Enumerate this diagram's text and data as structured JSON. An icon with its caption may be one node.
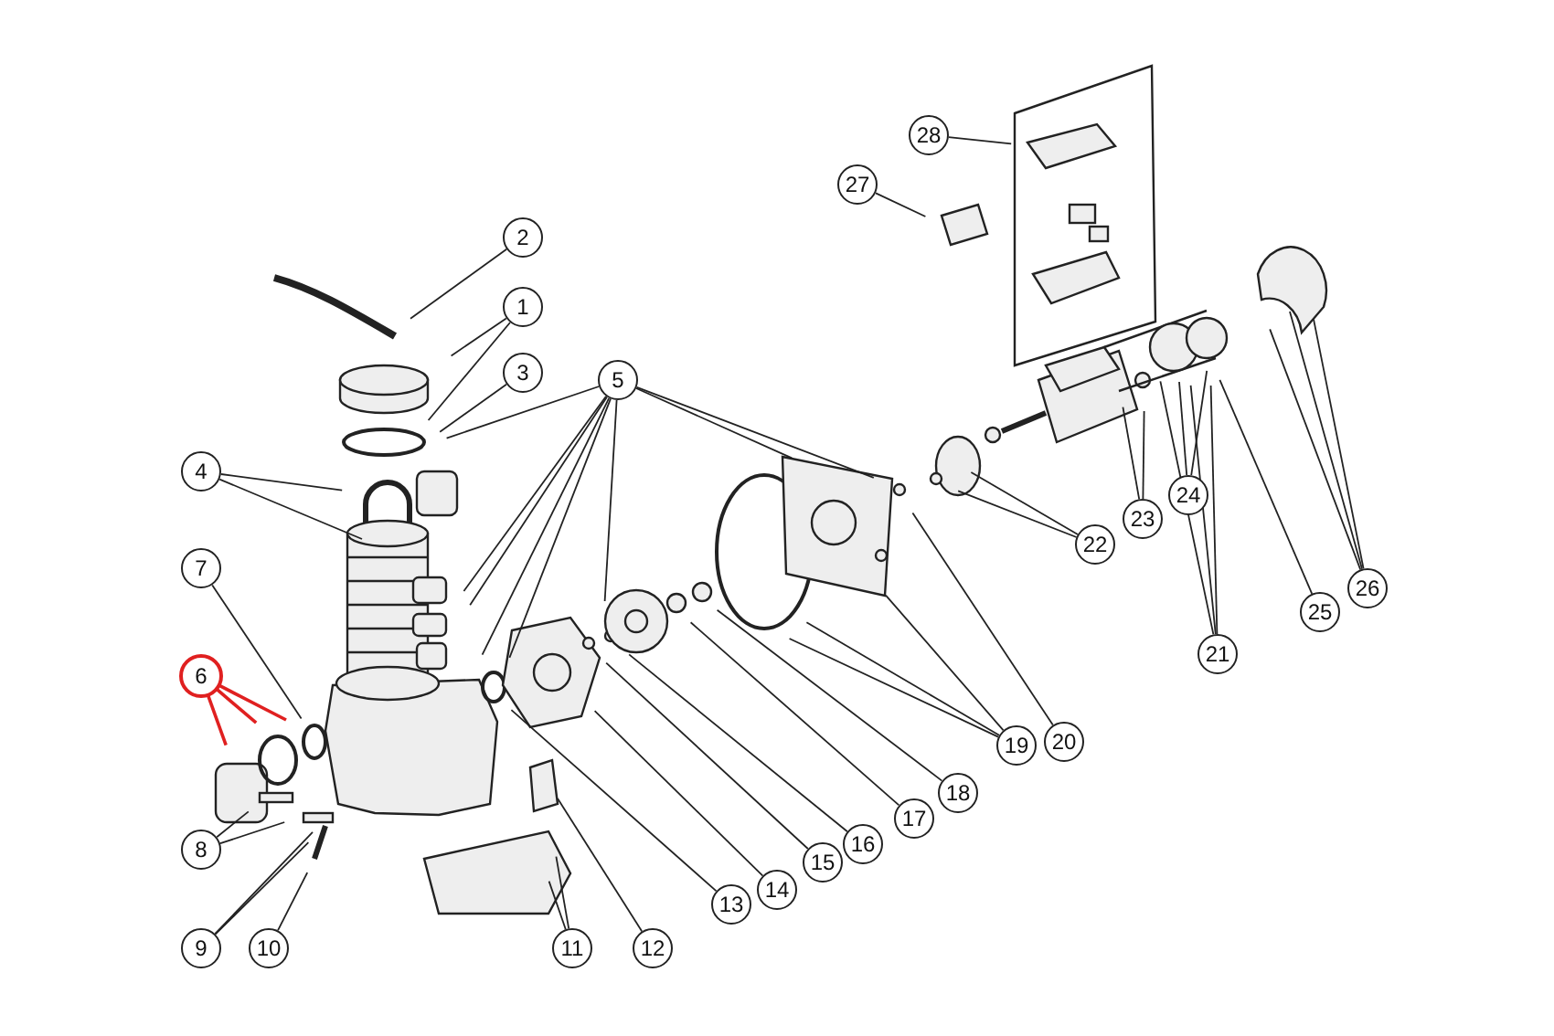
{
  "diagram": {
    "nodes": [
      {
        "text": [
          "1"
        ]
      },
      {
        "text": [
          "2"
        ]
      },
      {
        "text": [
          "3"
        ]
      },
      {
        "text": [
          "4"
        ]
      },
      {
        "text": [
          "5"
        ]
      },
      {
        "text": [
          "6"
        ]
      },
      {
        "text": [
          "7"
        ]
      },
      {
        "text": [
          "8"
        ]
      },
      {
        "text": [
          "9"
        ]
      },
      {
        "text": [
          "10"
        ]
      },
      {
        "text": [
          "11"
        ]
      },
      {
        "text": [
          "12"
        ]
      },
      {
        "text": [
          "13"
        ]
      },
      {
        "text": [
          "14"
        ]
      },
      {
        "text": [
          "15"
        ]
      },
      {
        "text": [
          "16"
        ]
      },
      {
        "text": [
          "17"
        ]
      },
      {
        "text": [
          "18"
        ]
      },
      {
        "text": [
          "19"
        ]
      },
      {
        "text": [
          "20"
        ]
      },
      {
        "text": [
          "21"
        ]
      },
      {
        "text": [
          "22"
        ]
      },
      {
        "text": [
          "23"
        ]
      },
      {
        "text": [
          "24"
        ]
      },
      {
        "text": [
          "25"
        ]
      },
      {
        "text": [
          "26"
        ]
      },
      {
        "text": [
          "27"
        ]
      },
      {
        "text": [
          "28"
        ]
      }
    ],
    "edges": [
      {
        "from": 0,
        "to": null,
        "arrow": "none"
      },
      {
        "from": 0,
        "to": null,
        "arrow": "none"
      },
      {
        "from": 1,
        "to": null,
        "arrow": "none"
      },
      {
        "from": 2,
        "to": null,
        "arrow": "none"
      },
      {
        "from": 3,
        "to": null,
        "arrow": "none"
      },
      {
        "from": 3,
        "to": null,
        "arrow": "none"
      },
      {
        "from": 4,
        "to": null,
        "arrow": "none"
      },
      {
        "from": 4,
        "to": null,
        "arrow": "none"
      },
      {
        "from": 4,
        "to": null,
        "arrow": "none"
      },
      {
        "from": 4,
        "to": null,
        "arrow": "none"
      },
      {
        "from": 4,
        "to": null,
        "arrow": "none"
      },
      {
        "from": 4,
        "to": null,
        "arrow": "none"
      },
      {
        "from": 4,
        "to": null,
        "arrow": "none"
      },
      {
        "from": 4,
        "to": null,
        "arrow": "none"
      },
      {
        "from": 5,
        "to": null,
        "arrow": "none",
        "color": "#e02020"
      },
      {
        "from": 5,
        "to": null,
        "arrow": "none",
        "color": "#e02020"
      },
      {
        "from": 5,
        "to": null,
        "arrow": "none",
        "color": "#e02020"
      },
      {
        "from": 6,
        "to": null,
        "arrow": "none"
      },
      {
        "from": 7,
        "to": null,
        "arrow": "none"
      },
      {
        "from": 7,
        "to": null,
        "arrow": "none"
      },
      {
        "from": 8,
        "to": null,
        "arrow": "none"
      },
      {
        "from": 8,
        "to": null,
        "arrow": "none"
      },
      {
        "from": 9,
        "to": null,
        "arrow": "none"
      },
      {
        "from": 10,
        "to": null,
        "arrow": "none"
      },
      {
        "from": 10,
        "to": null,
        "arrow": "none"
      },
      {
        "from": 11,
        "to": null,
        "arrow": "none"
      },
      {
        "from": 12,
        "to": null,
        "arrow": "none"
      },
      {
        "from": 13,
        "to": null,
        "arrow": "none"
      },
      {
        "from": 14,
        "to": null,
        "arrow": "none"
      },
      {
        "from": 15,
        "to": null,
        "arrow": "none"
      },
      {
        "from": 16,
        "to": null,
        "arrow": "none"
      },
      {
        "from": 17,
        "to": null,
        "arrow": "none"
      },
      {
        "from": 18,
        "to": null,
        "arrow": "none"
      },
      {
        "from": 18,
        "to": null,
        "arrow": "none"
      },
      {
        "from": 18,
        "to": null,
        "arrow": "none"
      },
      {
        "from": 19,
        "to": null,
        "arrow": "none"
      },
      {
        "from": 20,
        "to": null,
        "arrow": "none"
      },
      {
        "from": 20,
        "to": null,
        "arrow": "none"
      },
      {
        "from": 20,
        "to": null,
        "arrow": "none"
      },
      {
        "from": 21,
        "to": null,
        "arrow": "none"
      },
      {
        "from": 21,
        "to": null,
        "arrow": "none"
      },
      {
        "from": 22,
        "to": null,
        "arrow": "none"
      },
      {
        "from": 22,
        "to": null,
        "arrow": "none"
      },
      {
        "from": 23,
        "to": null,
        "arrow": "none"
      },
      {
        "from": 23,
        "to": null,
        "arrow": "none"
      },
      {
        "from": 24,
        "to": null,
        "arrow": "none"
      },
      {
        "from": 25,
        "to": null,
        "arrow": "none"
      },
      {
        "from": 25,
        "to": null,
        "arrow": "none"
      },
      {
        "from": 25,
        "to": null,
        "arrow": "none"
      },
      {
        "from": 26,
        "to": null,
        "arrow": "none"
      },
      {
        "from": 27,
        "to": null,
        "arrow": "none"
      }
    ]
  }
}
